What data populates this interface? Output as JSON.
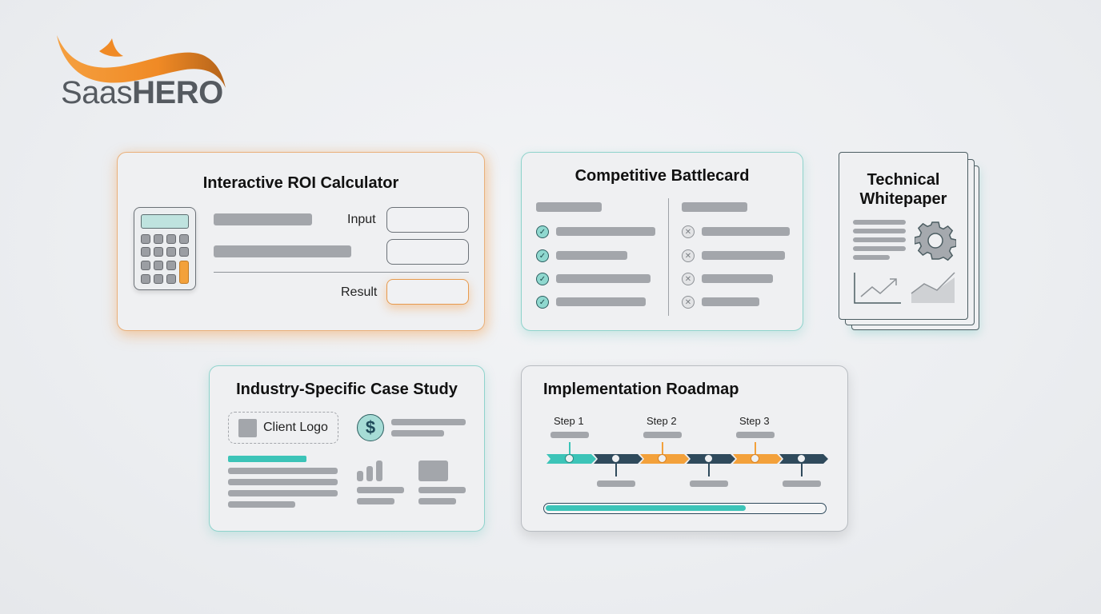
{
  "brand": {
    "name_light": "Saas",
    "name_bold": "HERO",
    "swoosh_color": "#f0952f",
    "text_color": "#555a60"
  },
  "colors": {
    "orange": "#f3a13b",
    "teal": "#3cc4b8",
    "navy": "#2f4a5c",
    "placeholder_gray": "#a3a6ab",
    "card_bg": "#eff0f2"
  },
  "cards": {
    "roi_calculator": {
      "title": "Interactive ROI Calculator",
      "icon": "calculator-icon",
      "input_label": "Input",
      "result_label": "Result",
      "input_value": "",
      "second_input_value": "",
      "result_value": ""
    },
    "battlecard": {
      "title": "Competitive Battlecard",
      "left_column_icon": "check-circle-icon",
      "right_column_icon": "x-circle-icon",
      "left_rows": 4,
      "right_rows": 4
    },
    "whitepaper": {
      "title_line1": "Technical",
      "title_line2": "Whitepaper",
      "icons": [
        "gear-icon",
        "line-chart-icon",
        "area-chart-icon"
      ]
    },
    "case_study": {
      "title": "Industry-Specific Case Study",
      "client_logo_label": "Client Logo",
      "icon": "dollar-icon"
    },
    "roadmap": {
      "title": "Implementation Roadmap",
      "steps": [
        {
          "label": "Step 1",
          "color": "#3cc4b8"
        },
        {
          "label": "Step 2",
          "color": "#f3a13b"
        },
        {
          "label": "Step 3",
          "color": "#f3a13b"
        }
      ],
      "progress_percent": 71
    }
  }
}
